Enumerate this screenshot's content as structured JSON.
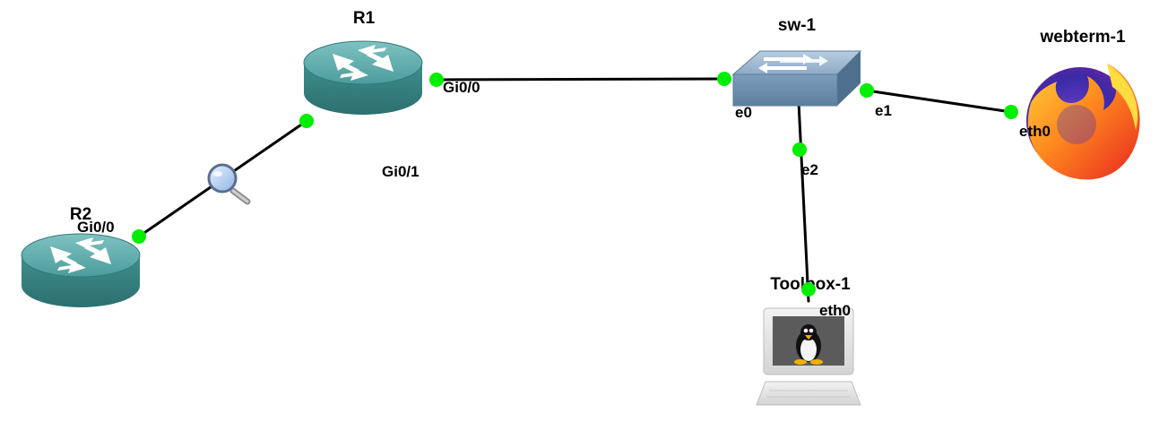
{
  "nodes": {
    "r1": {
      "label": "R1",
      "icon": "router-icon"
    },
    "r2": {
      "label": "R2",
      "icon": "router-icon"
    },
    "sw1": {
      "label": "sw-1",
      "icon": "switch-icon"
    },
    "webterm1": {
      "label": "webterm-1",
      "icon": "firefox-icon"
    },
    "toolbox1": {
      "label": "Toolbox-1",
      "icon": "linux-terminal-icon"
    }
  },
  "ports": {
    "r1_gi00": "Gi0/0",
    "r1_gi01": "Gi0/1",
    "r2_gi00": "Gi0/0",
    "sw1_e0": "e0",
    "sw1_e1": "e1",
    "sw1_e2": "e2",
    "webterm1_eth0": "eth0",
    "toolbox1_eth0": "eth0"
  },
  "links": [
    {
      "from": "R1",
      "from_port": "Gi0/0",
      "to": "sw-1",
      "to_port": "e0"
    },
    {
      "from": "R1",
      "from_port": "Gi0/1",
      "to": "R2",
      "to_port": "Gi0/0",
      "capture": true
    },
    {
      "from": "sw-1",
      "from_port": "e1",
      "to": "webterm-1",
      "to_port": "eth0"
    },
    {
      "from": "sw-1",
      "from_port": "e2",
      "to": "Toolbox-1",
      "to_port": "eth0"
    }
  ],
  "colors": {
    "port_up": "#00ee00",
    "router_body": "#3e8f8f",
    "switch_body": "#6c8fb0"
  },
  "capture_icon": "magnifier-icon"
}
